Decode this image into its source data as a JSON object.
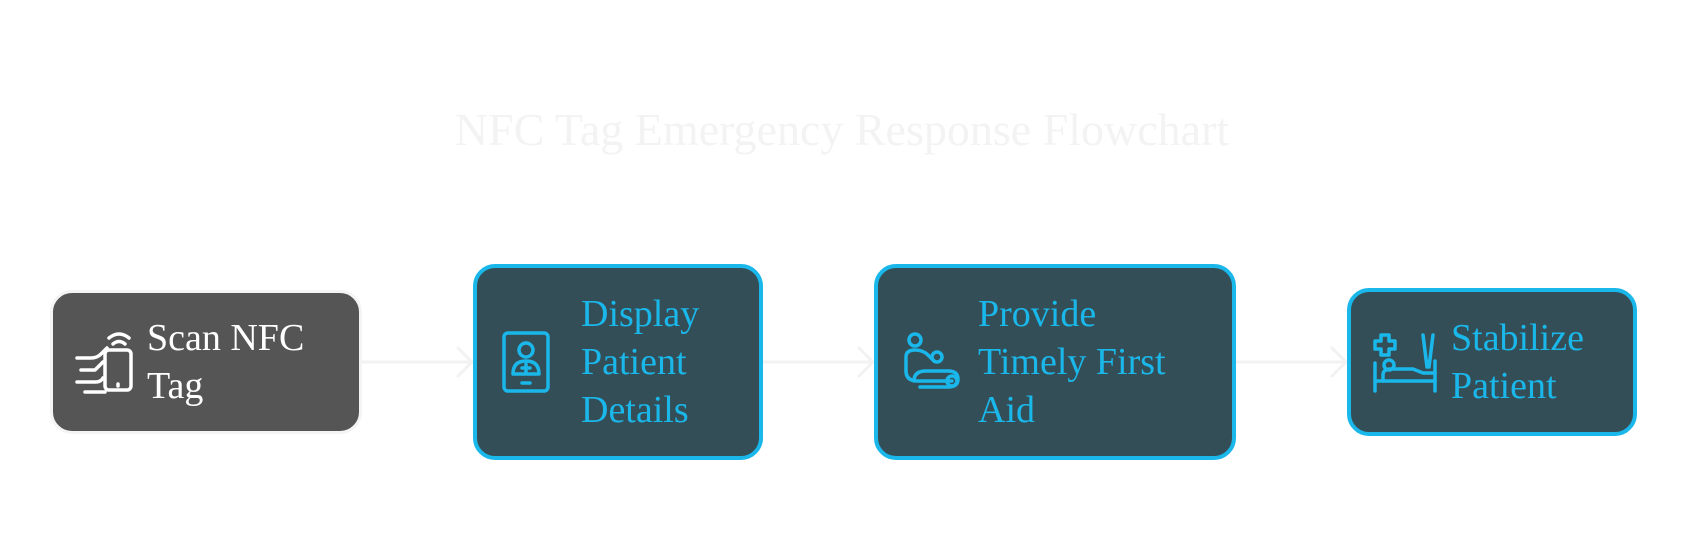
{
  "diagram": {
    "title": "NFC Tag Emergency Response Flowchart",
    "nodes": [
      {
        "id": "scan",
        "label": "Scan NFC Tag",
        "lines": [
          "Scan NFC",
          "Tag"
        ],
        "icon": "hand-scan-nfc-icon"
      },
      {
        "id": "display",
        "label": "Display Patient Details",
        "lines": [
          "Display",
          "Patient",
          "Details"
        ],
        "icon": "patient-details-tablet-icon"
      },
      {
        "id": "first-aid",
        "label": "Provide Timely First Aid",
        "lines": [
          "Provide",
          "Timely First",
          "Aid"
        ],
        "icon": "first-aid-caregiver-icon"
      },
      {
        "id": "stabilize",
        "label": "Stabilize Patient",
        "lines": [
          "Stabilize",
          "Patient"
        ],
        "icon": "hospital-bed-icon"
      }
    ],
    "edges": [
      {
        "from": "scan",
        "to": "display"
      },
      {
        "from": "display",
        "to": "first-aid"
      },
      {
        "from": "first-aid",
        "to": "stabilize"
      }
    ],
    "colors": {
      "start_fill": "#555555",
      "start_text": "#ffffff",
      "step_fill": "#344e57",
      "step_accent": "#1ab7ea",
      "connector": "#f2f2f2",
      "title": "#f3f3f3"
    }
  }
}
